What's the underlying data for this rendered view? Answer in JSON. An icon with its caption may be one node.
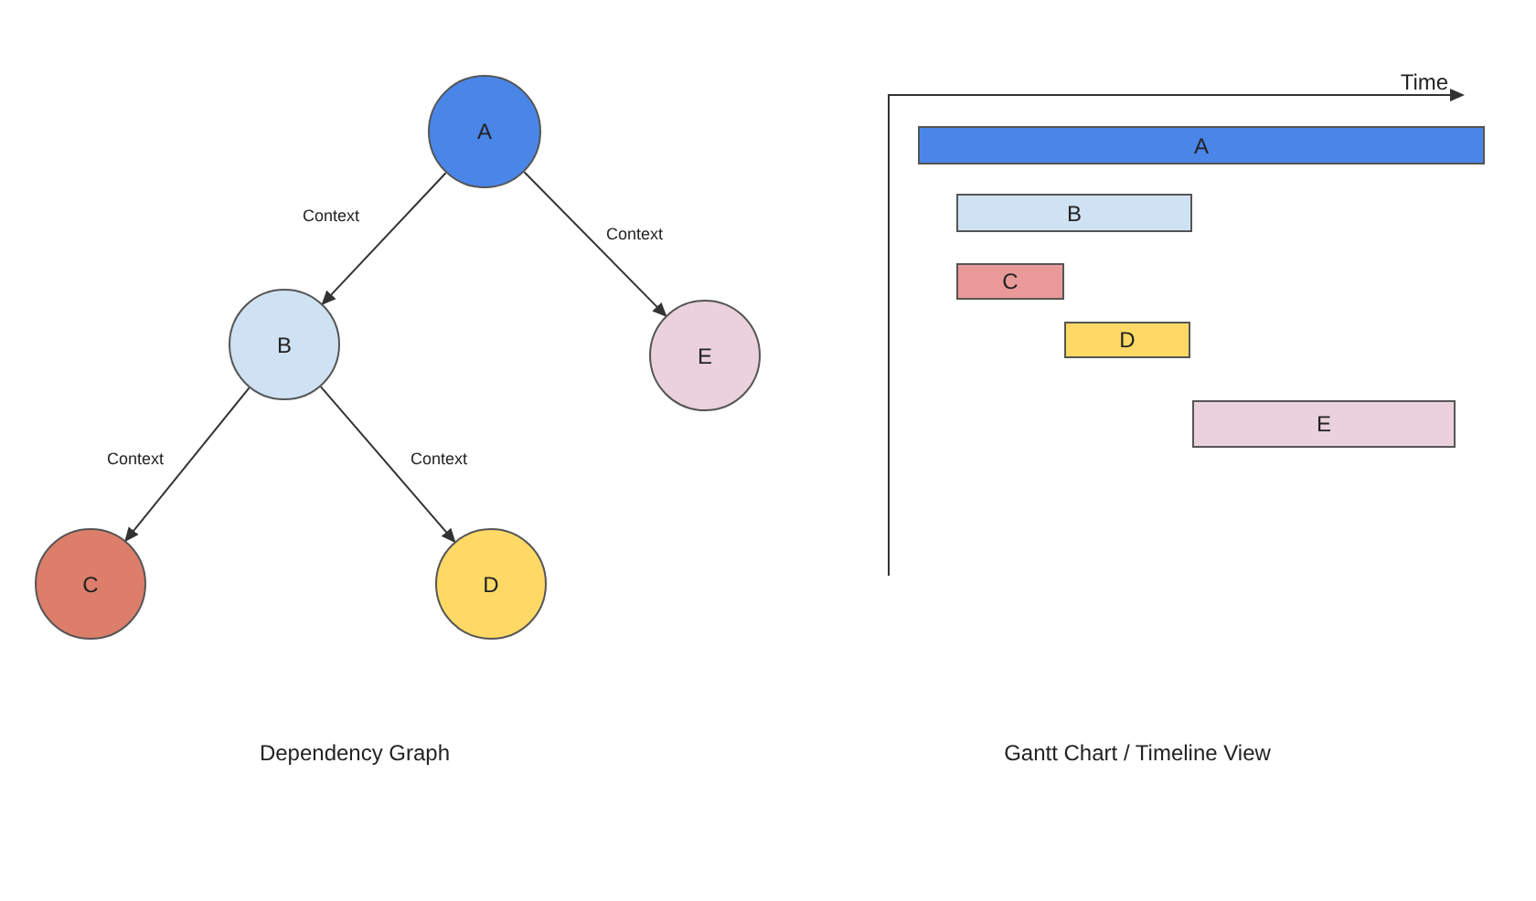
{
  "diagram": {
    "nodes": [
      {
        "text": [
          "A"
        ]
      },
      {
        "text": [
          "B"
        ]
      },
      {
        "text": [
          "C"
        ]
      },
      {
        "text": [
          "D"
        ]
      },
      {
        "text": [
          "E"
        ]
      },
      {
        "text": [
          "A"
        ]
      },
      {
        "text": [
          "B"
        ]
      },
      {
        "text": [
          "C"
        ]
      },
      {
        "text": [
          "D"
        ]
      },
      {
        "text": [
          "E"
        ]
      }
    ],
    "edges": [
      {
        "from": 0,
        "to": 1,
        "arrow": "to",
        "label": "Context"
      },
      {
        "from": 0,
        "to": 4,
        "arrow": "to",
        "label": "Context"
      },
      {
        "from": 1,
        "to": 2,
        "arrow": "to",
        "label": "Context"
      },
      {
        "from": 1,
        "to": 3,
        "arrow": "to",
        "label": "Context"
      }
    ],
    "labels": [
      "Time",
      "Dependency Graph",
      "Gantt Chart / Timeline View"
    ]
  }
}
